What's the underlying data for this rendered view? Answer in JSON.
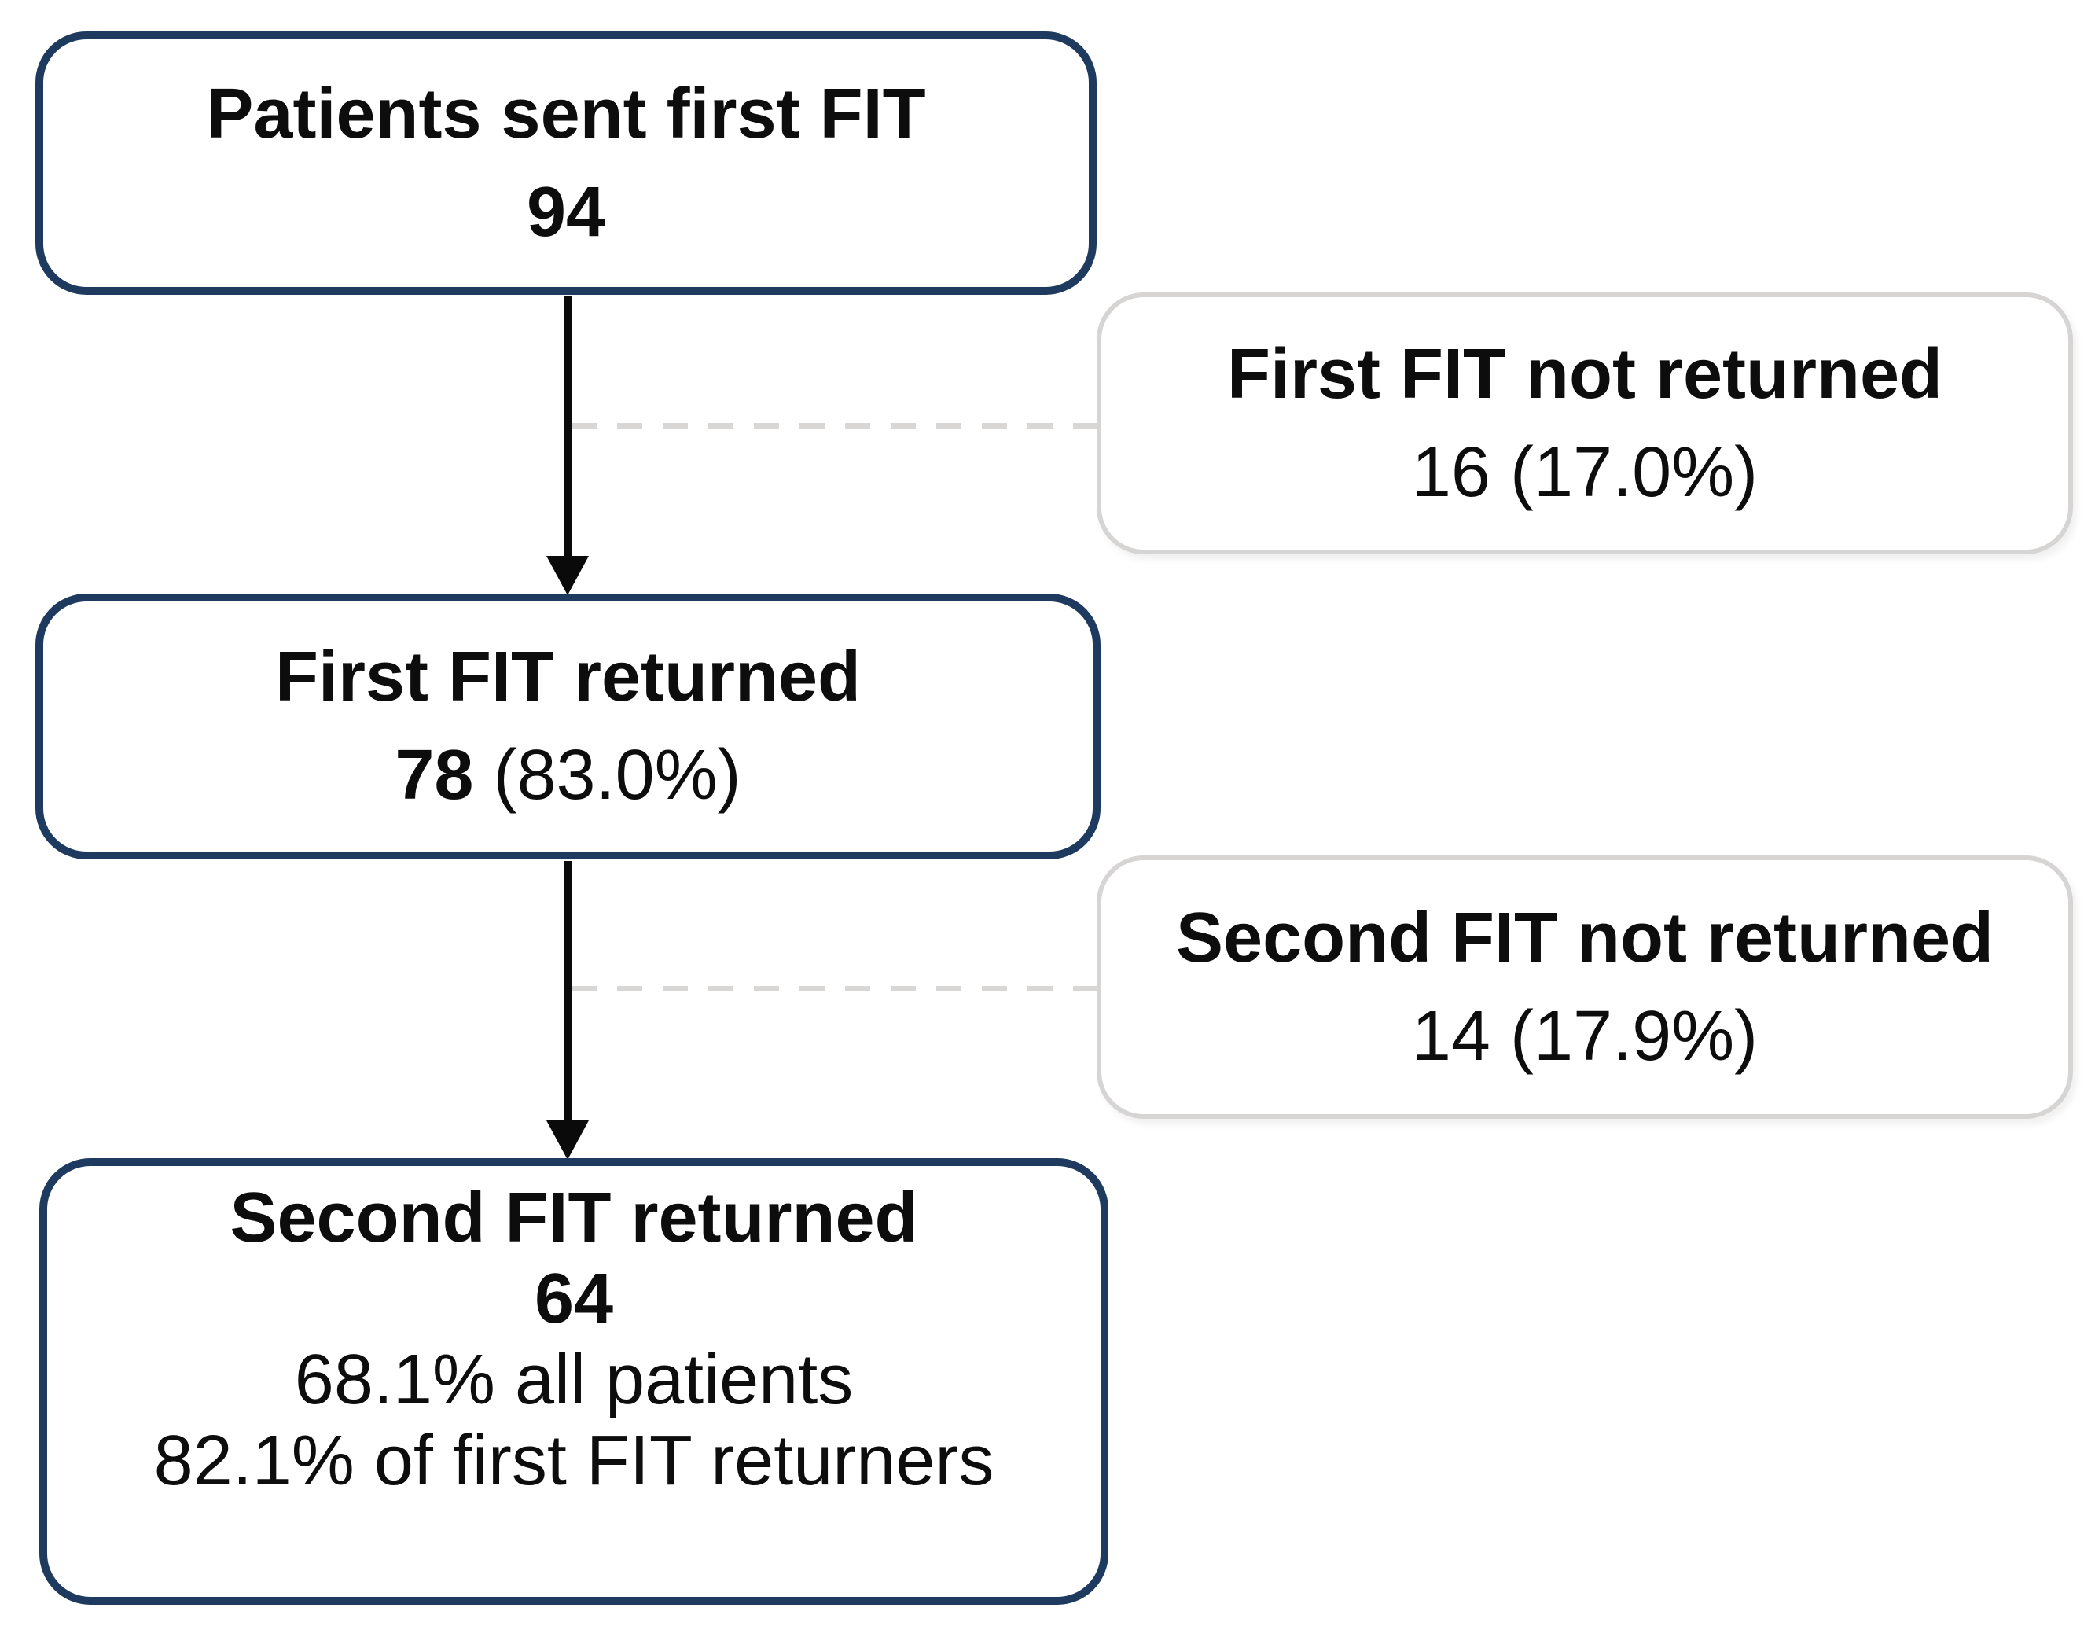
{
  "colors": {
    "primary_border": "#1e3a5f",
    "secondary_border": "#d7d4d4",
    "connector_dash": "#d9d6d6",
    "arrow": "#0a0a0a",
    "text": "#0d0d0d",
    "background": "#ffffff"
  },
  "nodes": {
    "sent": {
      "title": "Patients sent first FIT",
      "count": "94"
    },
    "first_returned": {
      "title": "First FIT returned",
      "count": "78",
      "count_suffix": " (83.0%)"
    },
    "second_returned": {
      "title": "Second FIT returned",
      "count": "64",
      "pct_all": "68.1% all patients",
      "pct_returners": "82.1% of first FIT returners"
    },
    "first_not_returned": {
      "title": "First FIT not returned",
      "count": "16 (17.0%)"
    },
    "second_not_returned": {
      "title": "Second FIT not returned",
      "count": "14 (17.9%)"
    }
  }
}
